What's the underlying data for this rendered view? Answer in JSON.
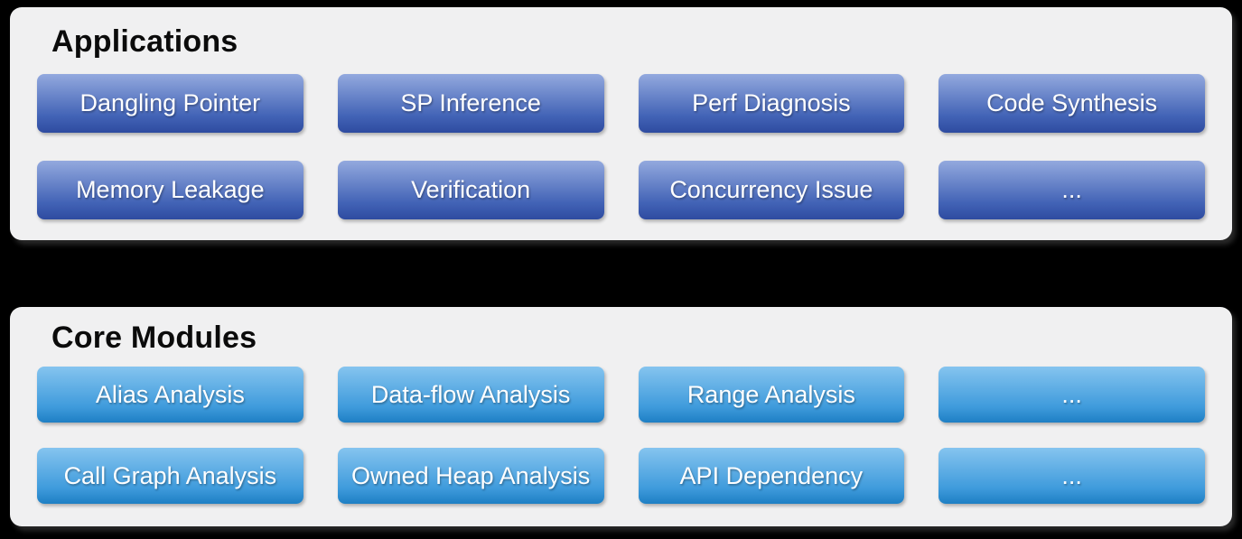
{
  "colors": {
    "background": "#000000",
    "panel": "#F0F0F1",
    "applications_button_top": "#93A9DE",
    "applications_button_bottom": "#2E4BA0",
    "core_button_top": "#85C4EF",
    "core_button_bottom": "#1E7FC4",
    "button_text": "#FFFFFF",
    "title_text": "#0B0B0B"
  },
  "sections": [
    {
      "title": "Applications",
      "rows": [
        [
          "Dangling Pointer",
          "SP Inference",
          "Perf Diagnosis",
          "Code Synthesis"
        ],
        [
          "Memory Leakage",
          "Verification",
          "Concurrency Issue",
          "..."
        ]
      ]
    },
    {
      "title": "Core Modules",
      "rows": [
        [
          "Alias Analysis",
          "Data-flow Analysis",
          "Range Analysis",
          "..."
        ],
        [
          "Call Graph Analysis",
          "Owned Heap Analysis",
          "API Dependency",
          "..."
        ]
      ]
    }
  ]
}
